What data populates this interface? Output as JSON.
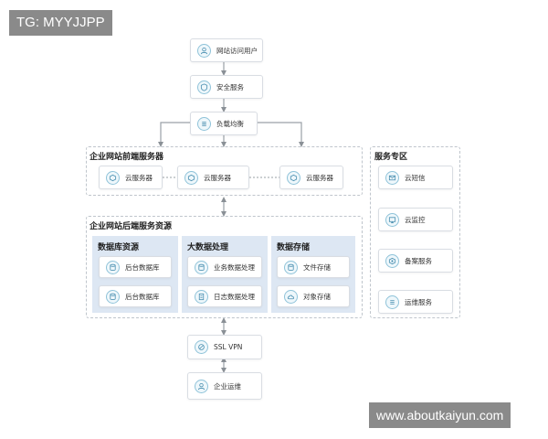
{
  "badges": {
    "tg": "TG: MYYJJPP",
    "site": "www.aboutkaiyun.com"
  },
  "flow": {
    "user": "网站访问用户",
    "security": "安全服务",
    "lb": "负载均衡",
    "vpn": "SSL VPN",
    "ops": "企业运维"
  },
  "frontend": {
    "title": "企业网站前端服务器",
    "servers": [
      "云服务器",
      "云服务器",
      "云服务器"
    ]
  },
  "backend": {
    "title": "企业网站后端服务资源",
    "columns": [
      {
        "title": "数据库资源",
        "items": [
          "后台数据库",
          "后台数据库"
        ]
      },
      {
        "title": "大数据处理",
        "items": [
          "业务数据处理",
          "日志数据处理"
        ]
      },
      {
        "title": "数据存储",
        "items": [
          "文件存储",
          "对象存储"
        ]
      }
    ]
  },
  "services": {
    "title": "服务专区",
    "items": [
      "云短信",
      "云监控",
      "备案服务",
      "运维服务"
    ]
  },
  "colors": {
    "line": "#9aa0a6",
    "icon_border": "#8fc3d9",
    "column_bg": "#dde7f3"
  }
}
